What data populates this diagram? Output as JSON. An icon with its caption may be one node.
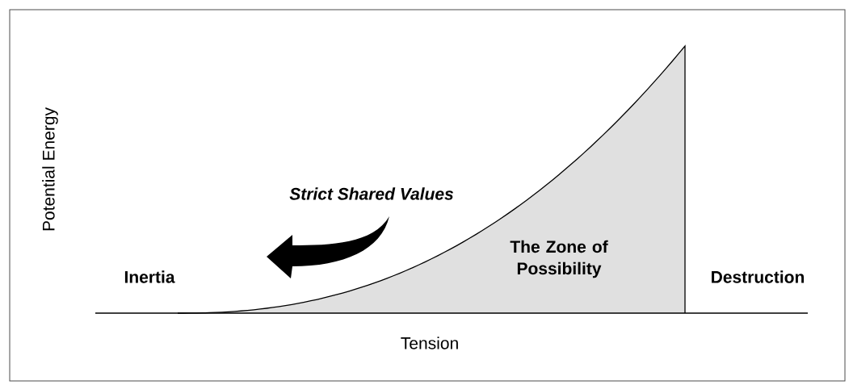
{
  "diagram": {
    "nodes": [
      {
        "text": [
          "The Zone of Possibility"
        ]
      }
    ],
    "labels": [
      "Potential Energy",
      "Strict Shared Values",
      "Inertia",
      "Destruction",
      "Tension"
    ]
  }
}
